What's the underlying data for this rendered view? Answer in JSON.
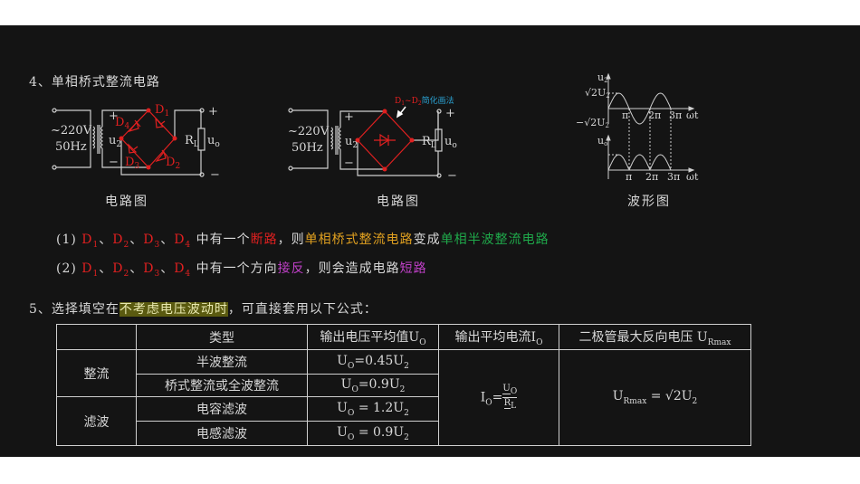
{
  "section4": {
    "title": "4、单相桥式整流电路",
    "circuit1": {
      "source_v": "~220V",
      "source_f": "50Hz",
      "u2": "u",
      "u2_sub": "2",
      "plus": "+",
      "minus": "−",
      "rl": "R",
      "rl_sub": "L",
      "uo": "u",
      "uo_sub": "o",
      "diodes": [
        {
          "n": "D",
          "s": "1"
        },
        {
          "n": "D",
          "s": "2"
        },
        {
          "n": "D",
          "s": "3"
        },
        {
          "n": "D",
          "s": "4"
        }
      ],
      "caption": "电路图"
    },
    "circuit2": {
      "source_v": "~220V",
      "source_f": "50Hz",
      "note_d": "D",
      "note_s1": "1",
      "note_tilde": "~D",
      "note_s2": "2",
      "note_text": "简化画法",
      "caption": "电路图"
    },
    "waveform": {
      "u2": "u",
      "u2_sub": "2",
      "peak": "√2U",
      "peak_sub": "2",
      "neg_peak": "−√2U",
      "neg_sub": "2",
      "uo": "u",
      "uo_sub": "o",
      "ticks": [
        "π",
        "2π",
        "3π"
      ],
      "x_label": "ωt",
      "caption": "波形图"
    },
    "note1": {
      "prefix": "(1) ",
      "diodes": [
        "D",
        "D",
        "D",
        "D"
      ],
      "subs": [
        "1",
        "2",
        "3",
        "4"
      ],
      "sep": "、",
      "mid": " 中有一个",
      "fault": "断路",
      "then": "，则",
      "from": "单相桥式整流电路",
      "becomes": "变成",
      "to": "单相半波整流电路"
    },
    "note2": {
      "prefix": "(2) ",
      "mid": " 中有一个方向",
      "fault": "接反",
      "then": "，则会造成电路",
      "result": "短路"
    }
  },
  "section5": {
    "intro_a": "5、选择填空在",
    "highlight": "不考虑电压波动时",
    "intro_b": "，可直接套用以下公式：",
    "table": {
      "headers": [
        "类型",
        "输出电压平均值U",
        "输出平均电流I",
        "二极管最大反向电压 U"
      ],
      "header_subs": [
        "",
        "O",
        "O",
        "Rmax"
      ],
      "groups": [
        "整流",
        "滤波"
      ],
      "types": [
        "半波整流",
        "桥式整流或全波整流",
        "电容滤波",
        "电感滤波"
      ],
      "vo": [
        [
          "U",
          "O",
          "=0.45U",
          "2"
        ],
        [
          "U",
          "O",
          "=0.9U",
          "2"
        ],
        [
          "U",
          "O",
          " = 1.2U",
          "2"
        ],
        [
          "U",
          "O",
          " = 0.9U",
          "2"
        ]
      ],
      "io": {
        "lhs": "I",
        "lhs_sub": "O",
        "eq": "=",
        "num": "U",
        "num_sub": "O",
        "den": "R",
        "den_sub": "L"
      },
      "urmax": {
        "lhs": "U",
        "lhs_sub": "Rmax",
        "rhs": " = √2U",
        "rhs_sub": "2"
      }
    }
  },
  "colors": {
    "background": "#141414",
    "text": "#d8d8d8",
    "red": "#e02020",
    "orange": "#e0a020",
    "green": "#1fa84a",
    "purple": "#c040c8",
    "highlight": "#5a5a10",
    "note_blue": "#2aa0d0"
  }
}
